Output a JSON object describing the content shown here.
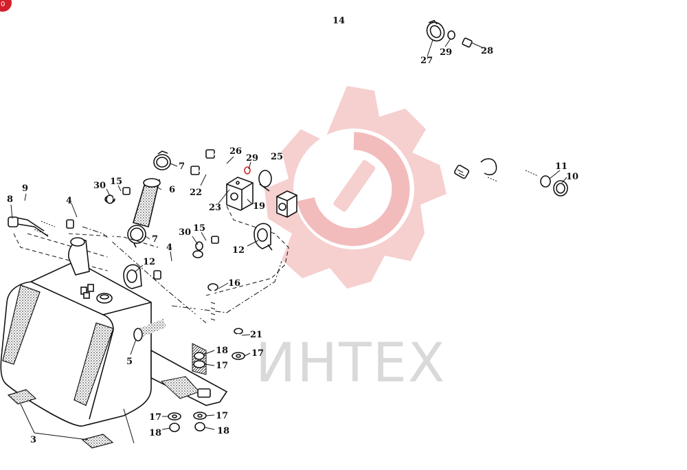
{
  "corner_badge": "0",
  "watermark": {
    "text": "ИНТЕХ",
    "gear_color": "#f6c9c9",
    "text_color": "#d9d9d9"
  },
  "callouts": [
    {
      "id": "c14",
      "text": "14"
    },
    {
      "id": "c27",
      "text": "27"
    },
    {
      "id": "c29a",
      "text": "29"
    },
    {
      "id": "c28",
      "text": "28"
    },
    {
      "id": "c26",
      "text": "26"
    },
    {
      "id": "c29b",
      "text": "29"
    },
    {
      "id": "c25",
      "text": "25"
    },
    {
      "id": "c22",
      "text": "22"
    },
    {
      "id": "c23",
      "text": "23"
    },
    {
      "id": "c19",
      "text": "19"
    },
    {
      "id": "c7a",
      "text": "7"
    },
    {
      "id": "c6",
      "text": "6"
    },
    {
      "id": "c7b",
      "text": "7"
    },
    {
      "id": "c30a",
      "text": "30"
    },
    {
      "id": "c15a",
      "text": "15"
    },
    {
      "id": "c30b",
      "text": "30"
    },
    {
      "id": "c15b",
      "text": "15"
    },
    {
      "id": "c9",
      "text": "9"
    },
    {
      "id": "c8",
      "text": "8"
    },
    {
      "id": "c4a",
      "text": "4"
    },
    {
      "id": "c4b",
      "text": "4"
    },
    {
      "id": "c12a",
      "text": "12"
    },
    {
      "id": "c12b",
      "text": "12"
    },
    {
      "id": "c16",
      "text": "16"
    },
    {
      "id": "c21",
      "text": "21"
    },
    {
      "id": "c18a",
      "text": "18"
    },
    {
      "id": "c17a",
      "text": "17"
    },
    {
      "id": "c17b",
      "text": "17"
    },
    {
      "id": "c17c",
      "text": "17"
    },
    {
      "id": "c17d",
      "text": "17"
    },
    {
      "id": "c18b",
      "text": "18"
    },
    {
      "id": "c18c",
      "text": "18"
    },
    {
      "id": "c5",
      "text": "5"
    },
    {
      "id": "c3",
      "text": "3"
    },
    {
      "id": "c11",
      "text": "11"
    },
    {
      "id": "c10",
      "text": "10"
    }
  ]
}
